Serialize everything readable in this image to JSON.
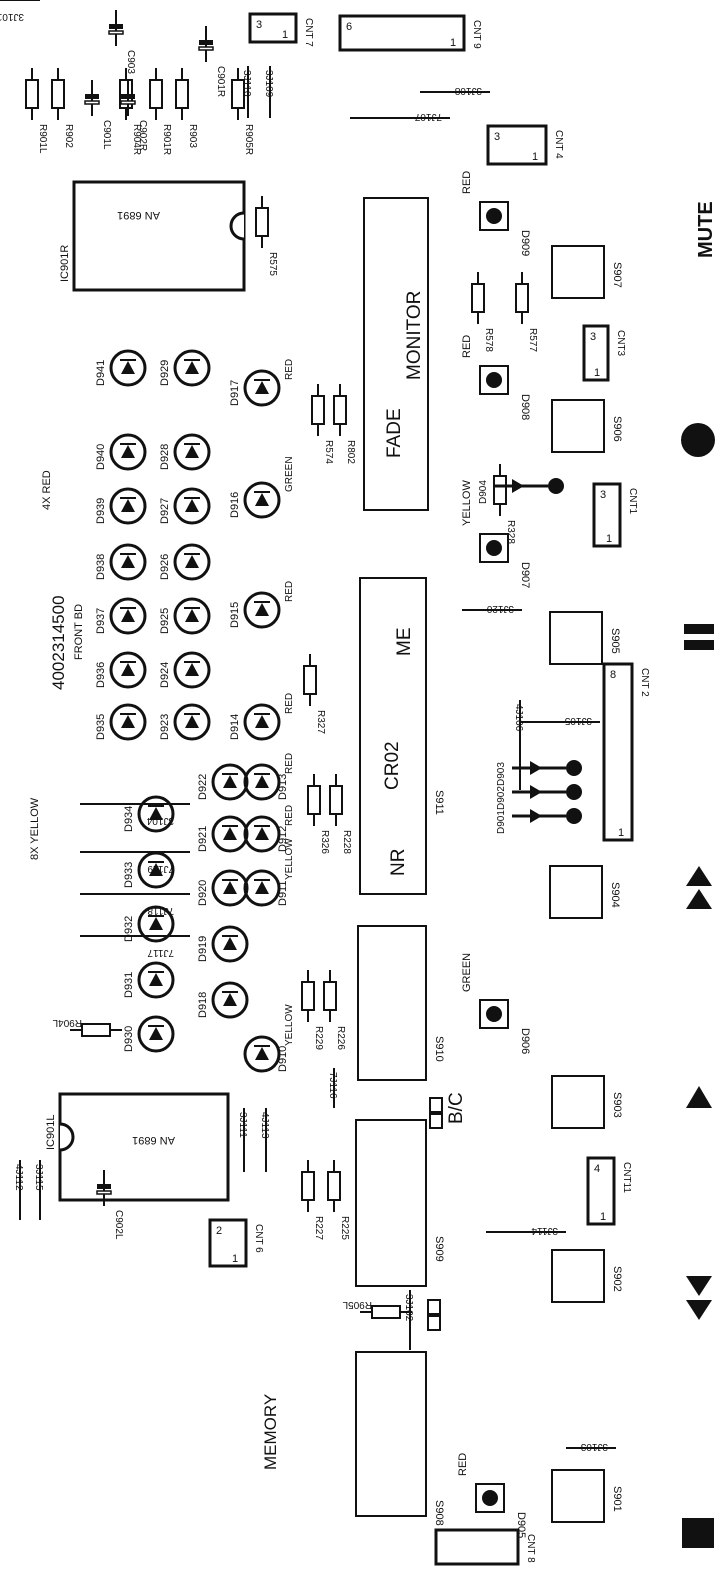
{
  "board": {
    "part_number": "4002314500",
    "board_name": "FRONT BD",
    "led_group_red": "4X RED",
    "led_group_yellow": "8X YELLOW"
  },
  "ics": [
    {
      "ref": "IC901R",
      "part": "AN 6891"
    },
    {
      "ref": "IC901L",
      "part": "AN 6891"
    }
  ],
  "switches": {
    "fade_monitor": {
      "labels": [
        "FADE",
        "MONITOR"
      ]
    },
    "s911": {
      "ref": "S911",
      "labels": [
        "NR",
        "CR02",
        "ME"
      ]
    },
    "s910": {
      "ref": "S910"
    },
    "s909": {
      "ref": "S909"
    },
    "s908": {
      "ref": "S908"
    },
    "tact": [
      "S901",
      "S902",
      "S903",
      "S904",
      "S905",
      "S906",
      "S907"
    ]
  },
  "annotations": {
    "memory": "MEMORY",
    "bc": "B/C",
    "mute": "MUTE"
  },
  "connectors": [
    {
      "ref": "CNT 7",
      "pins": [
        "3",
        "1"
      ]
    },
    {
      "ref": "CNT 9",
      "pins": [
        "6",
        "1"
      ]
    },
    {
      "ref": "CNT 4",
      "pins": [
        "3",
        "1"
      ]
    },
    {
      "ref": "CNT3",
      "pins": [
        "3",
        "1"
      ]
    },
    {
      "ref": "CNT1",
      "pins": [
        "3",
        "1"
      ]
    },
    {
      "ref": "CNT 2",
      "pins": [
        "8",
        "1"
      ]
    },
    {
      "ref": "CNT11",
      "pins": [
        "4",
        "1"
      ]
    },
    {
      "ref": "CNT 6",
      "pins": [
        "2",
        "1"
      ]
    },
    {
      "ref": "CNT 8",
      "pins": []
    }
  ],
  "leds_front": [
    {
      "ref": "D909",
      "color": "RED"
    },
    {
      "ref": "D908",
      "color": "RED"
    },
    {
      "ref": "D907",
      "color": "YELLOW"
    },
    {
      "ref": "D906",
      "color": "GREEN"
    },
    {
      "ref": "D905",
      "color": "RED"
    }
  ],
  "led_array": {
    "row1": [
      "D941",
      "D940",
      "D939",
      "D938",
      "D937",
      "D936",
      "D935"
    ],
    "row2": [
      "D929",
      "D928",
      "D927",
      "D926",
      "D925",
      "D924",
      "D923"
    ],
    "row3": [
      "D917",
      "D916",
      "D915",
      "D914"
    ],
    "row3_colors": [
      "RED",
      "GREEN",
      "RED",
      "RED"
    ],
    "row_a": [
      "D934",
      "D933",
      "D932",
      "D931",
      "D930"
    ],
    "row_b": [
      "D922",
      "D921",
      "D920",
      "D919",
      "D918"
    ],
    "row_c": [
      "D913",
      "D912",
      "D911",
      "D910"
    ],
    "row_c_colors": [
      "RED",
      "RED",
      "YELLOW",
      "YELLOW"
    ]
  },
  "resistors": [
    "R901L",
    "R902",
    "R904R",
    "R901R",
    "R903",
    "R905R",
    "R575",
    "R574",
    "R802",
    "R578",
    "R577",
    "R328",
    "R327",
    "R326",
    "R228",
    "R229",
    "R226",
    "R227",
    "R225",
    "R905L",
    "R904L"
  ],
  "capacitors": [
    "C901L",
    "C902R",
    "C901R",
    "C903",
    "C902L"
  ],
  "diodes_small": [
    "D904",
    "D903",
    "D902",
    "D901"
  ],
  "jumpers": [
    "3J110",
    "3J109",
    "3J108",
    "7J107",
    "3J120",
    "4J106",
    "3J105",
    "3J104",
    "7J119",
    "7J118",
    "7J117",
    "7J116",
    "3J111",
    "4J113",
    "4J112",
    "3J115",
    "3J114",
    "3J102",
    "3J103",
    "3J101"
  ],
  "symbols": [
    {
      "name": "mute",
      "label": "MUTE"
    },
    {
      "name": "record-dot"
    },
    {
      "name": "pause"
    },
    {
      "name": "fast-forward"
    },
    {
      "name": "play"
    },
    {
      "name": "rewind"
    },
    {
      "name": "stop"
    }
  ]
}
